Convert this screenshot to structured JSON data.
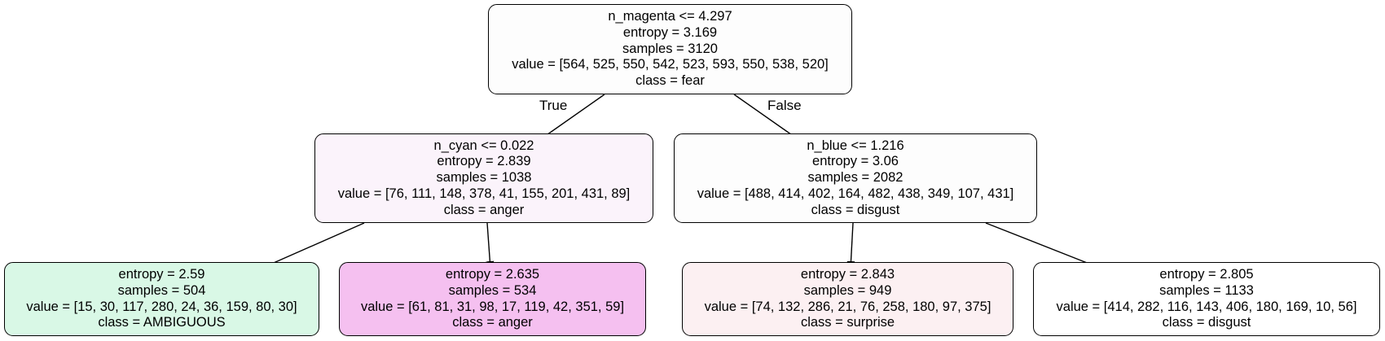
{
  "tree": {
    "root": {
      "split": "n_magenta <= 4.297",
      "entropy": "entropy = 3.169",
      "samples": "samples = 3120",
      "value": "value = [564, 525, 550, 542, 523, 593, 550, 538, 520]",
      "class": "class = fear",
      "fill": "#fdfdfd"
    },
    "left": {
      "split": "n_cyan <= 0.022",
      "entropy": "entropy = 2.839",
      "samples": "samples = 1038",
      "value": "value = [76, 111, 148, 378, 41, 155, 201, 431, 89]",
      "class": "class = anger",
      "fill": "#fbf3fb"
    },
    "right": {
      "split": "n_blue <= 1.216",
      "entropy": "entropy = 3.06",
      "samples": "samples = 2082",
      "value": "value = [488, 414, 402, 164, 482, 438, 349, 107, 431]",
      "class": "class = disgust",
      "fill": "#fdfdfd"
    },
    "leaf_ll": {
      "entropy": "entropy = 2.59",
      "samples": "samples = 504",
      "value": "value = [15, 30, 117, 280, 24, 36, 159, 80, 30]",
      "class": "class = AMBIGUOUS",
      "fill": "#d9f8e6"
    },
    "leaf_lr": {
      "entropy": "entropy = 2.635",
      "samples": "samples = 534",
      "value": "value = [61, 81, 31, 98, 17, 119, 42, 351, 59]",
      "class": "class = anger",
      "fill": "#f5c0f0"
    },
    "leaf_rl": {
      "entropy": "entropy = 2.843",
      "samples": "samples = 949",
      "value": "value = [74, 132, 286, 21, 76, 258, 180, 97, 375]",
      "class": "class = surprise",
      "fill": "#fcf0f2"
    },
    "leaf_rr": {
      "entropy": "entropy = 2.805",
      "samples": "samples = 1133",
      "value": "value = [414, 282, 116, 143, 406, 180, 169, 10, 56]",
      "class": "class = disgust",
      "fill": "#ffffff"
    }
  },
  "edge_labels": {
    "true": "True",
    "false": "False"
  },
  "colors": {
    "border": "#000000",
    "edge": "#000000"
  }
}
